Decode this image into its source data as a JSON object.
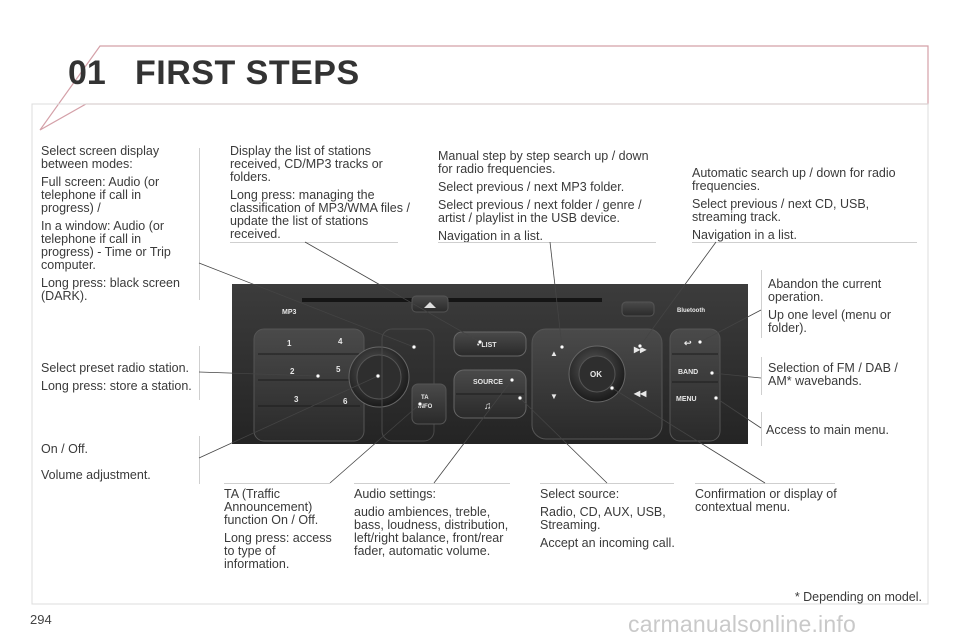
{
  "header": {
    "chapter_number": "01",
    "chapter_title": "FIRST STEPS"
  },
  "callouts": {
    "screen_display": [
      "Select screen display between modes:",
      "Full screen: Audio (or telephone if call in progress) /",
      "In a window: Audio (or telephone if call in progress) - Time or Trip computer.",
      "Long press: black screen (DARK)."
    ],
    "list_stations": [
      "Display the list of stations received, CD/MP3 tracks or folders.",
      "Long press: managing the classification of MP3/WMA files / update the list of stations received."
    ],
    "manual_search": [
      "Manual step by step search up / down for radio frequencies.",
      "Select previous / next MP3 folder.",
      "Select previous / next folder / genre / artist / playlist in the USB device.",
      "Navigation in a list."
    ],
    "auto_search": [
      "Automatic search up / down for radio frequencies.",
      "Select previous / next CD, USB, streaming track.",
      "Navigation in a list."
    ],
    "abandon": [
      "Abandon the current operation.",
      "Up one level (menu or folder)."
    ],
    "band": [
      "Selection of FM / DAB / AM* wavebands."
    ],
    "menu": [
      "Access to main menu."
    ],
    "preset": [
      "Select preset radio station.",
      "Long press: store a station."
    ],
    "onoff": [
      "On / Off.",
      "Volume adjustment."
    ],
    "ta": [
      "TA (Traffic Announcement) function On / Off.",
      "Long press: access to type of information."
    ],
    "audio": [
      "Audio settings:",
      "audio ambiences, treble, bass, loudness, distribution, left/right balance, front/rear fader, automatic volume."
    ],
    "source": [
      "Select source:",
      "Radio, CD, AUX, USB, Streaming.",
      "Accept an incoming call."
    ],
    "confirm": [
      "Confirmation or display of contextual menu."
    ]
  },
  "panel_labels": {
    "mp3": "MP3",
    "list": "• LIST",
    "source": "SOURCE",
    "ta": "TA",
    "info": "INFO",
    "ok": "OK",
    "band": "BAND",
    "menu": "MENU",
    "bluetooth": "Bluetooth",
    "p1": "1",
    "p2": "2",
    "p3": "3",
    "p4": "4",
    "p5": "5",
    "p6": "6"
  },
  "footnote": "* Depending on model.",
  "page_number": "294",
  "watermark": "carmanualsonline.info",
  "colors": {
    "accent": "#c8102e",
    "panel": "#2f2f2f"
  }
}
